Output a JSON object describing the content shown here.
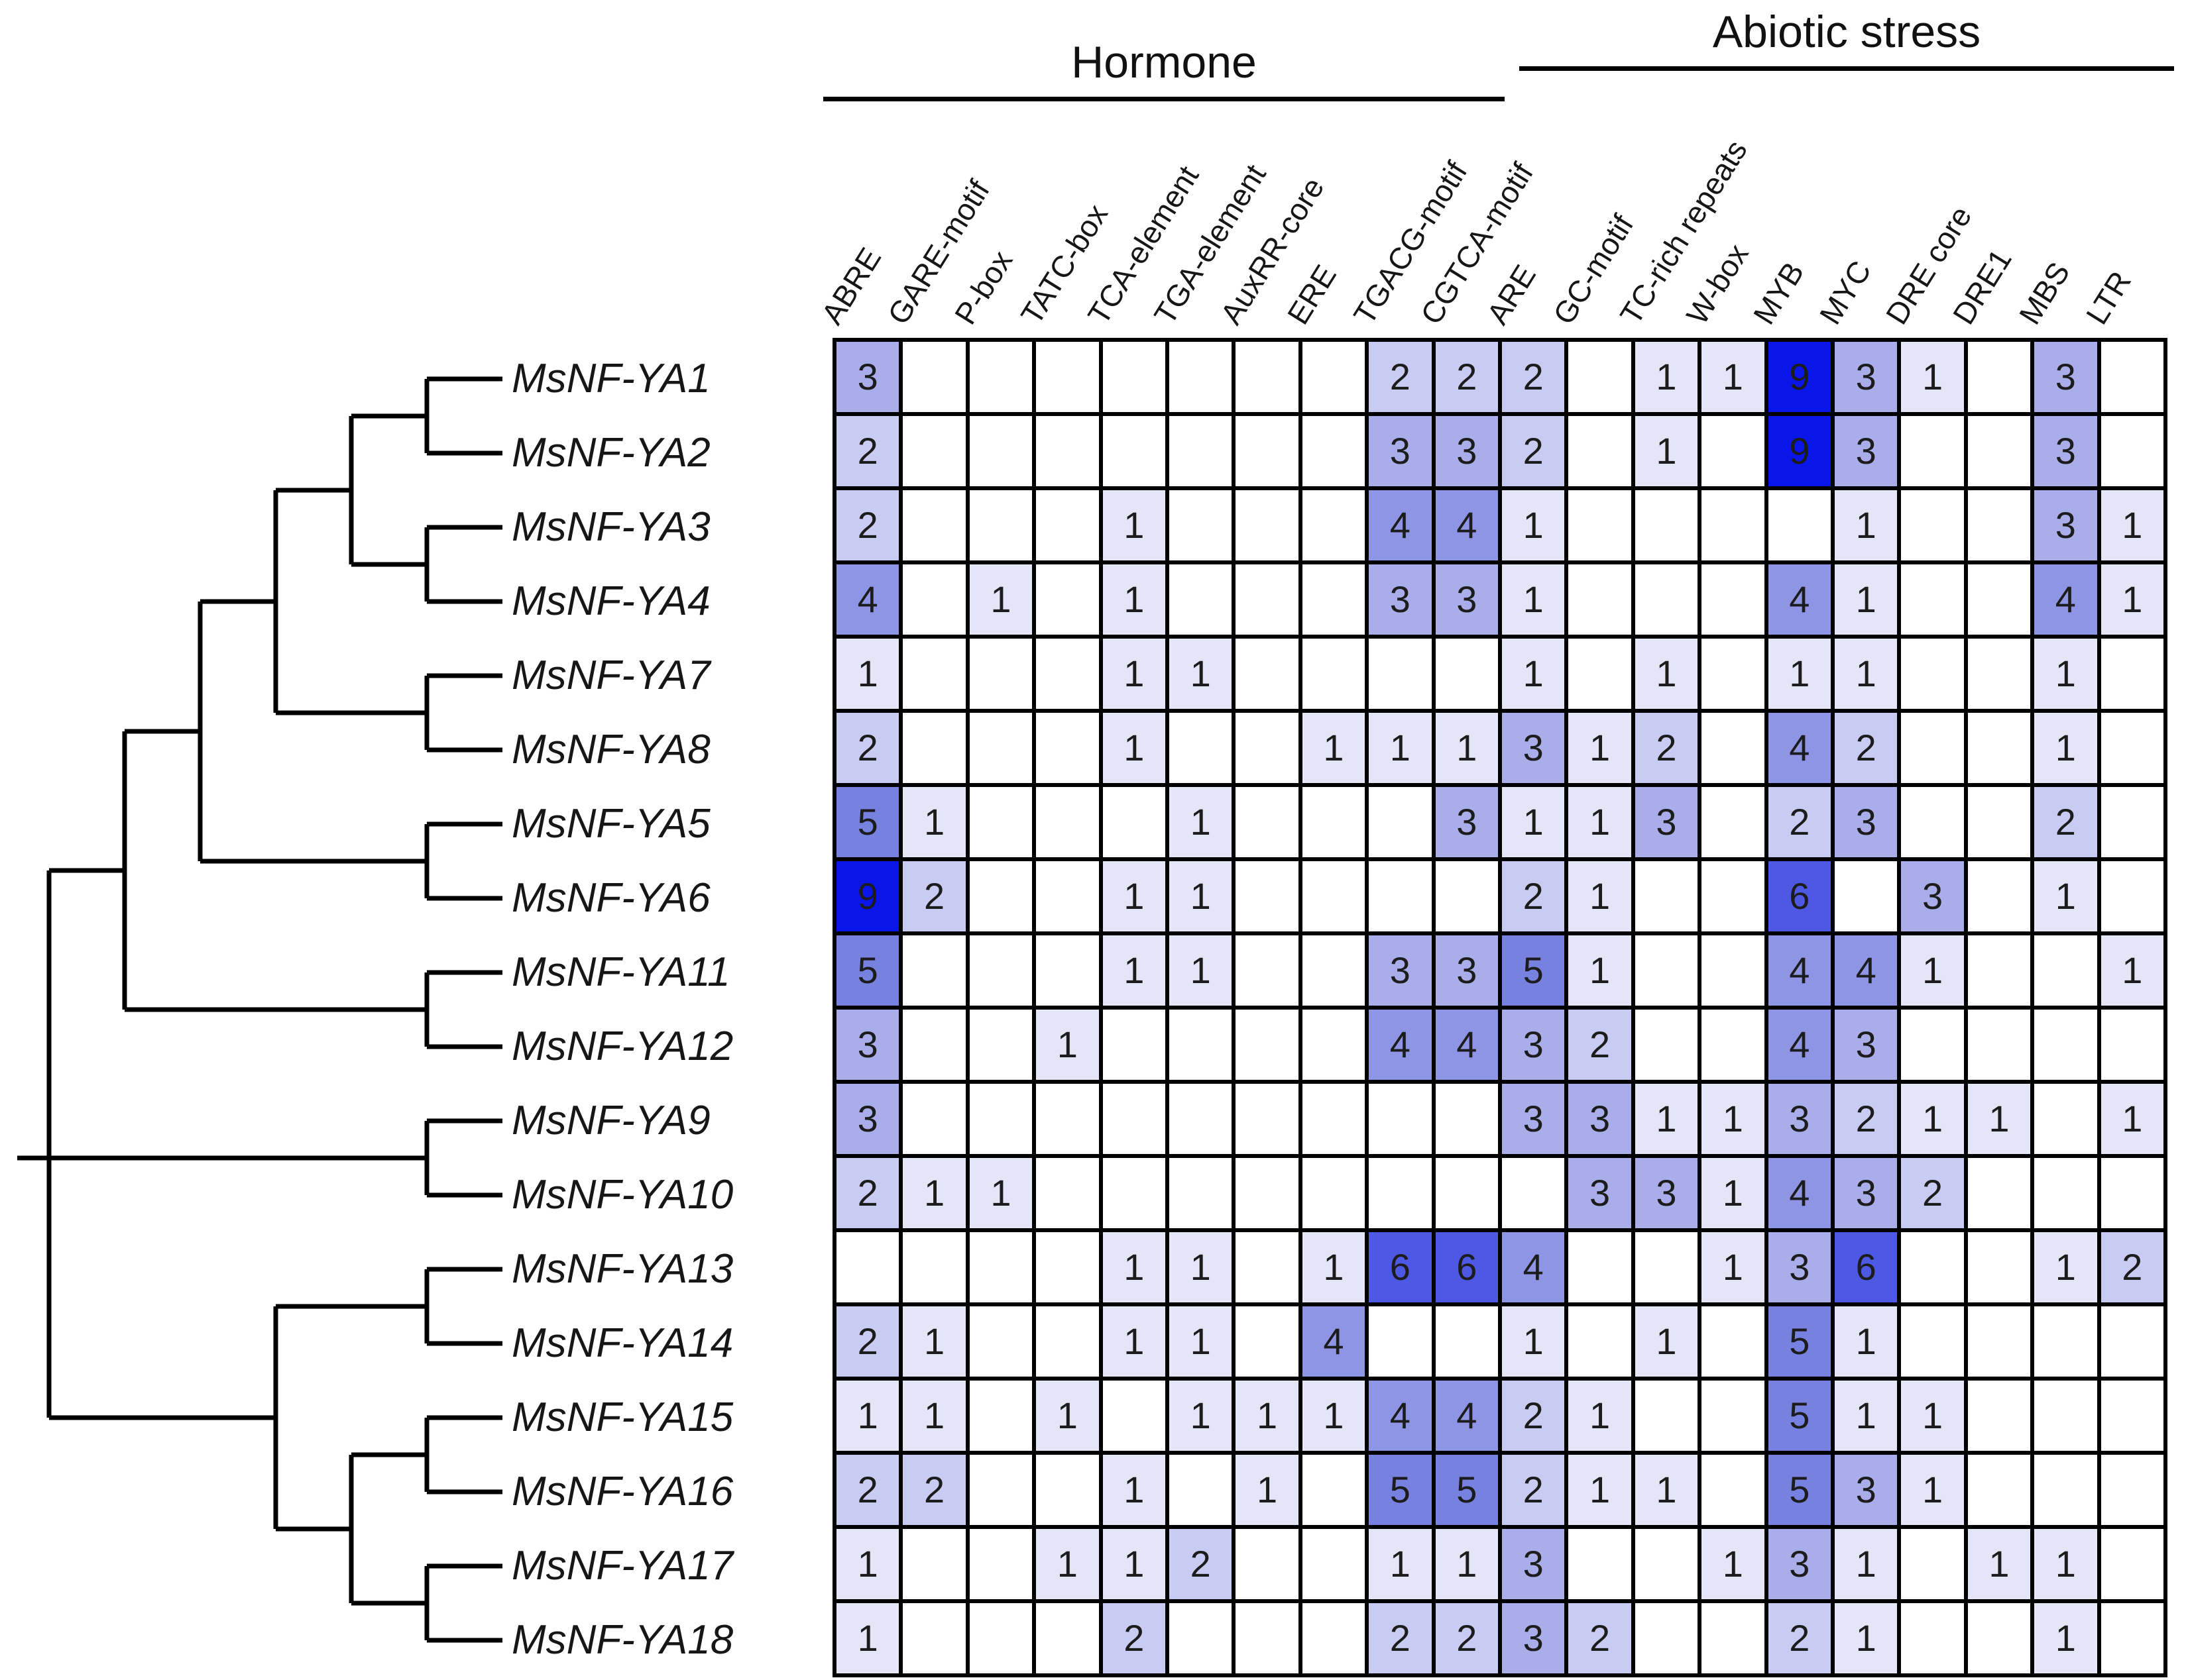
{
  "chart_data": {
    "type": "heatmap",
    "title": "",
    "col_groups": [
      {
        "label": "Hormone",
        "col_start": 0,
        "col_end": 9
      },
      {
        "label": "Abiotic stress",
        "col_start": 10,
        "col_end": 19
      }
    ],
    "columns": [
      "ABRE",
      "GARE-motif",
      "P-box",
      "TATC-box",
      "TCA-element",
      "TGA-element",
      "AuxRR-core",
      "ERE",
      "TGACG-motif",
      "CGTCA-motif",
      "ARE",
      "GC-motif",
      "TC-rich repeats",
      "W-box",
      "MYB",
      "MYC",
      "DRE core",
      "DRE1",
      "MBS",
      "LTR"
    ],
    "rows": [
      "MsNF-YA1",
      "MsNF-YA2",
      "MsNF-YA3",
      "MsNF-YA4",
      "MsNF-YA7",
      "MsNF-YA8",
      "MsNF-YA5",
      "MsNF-YA6",
      "MsNF-YA11",
      "MsNF-YA12",
      "MsNF-YA9",
      "MsNF-YA10",
      "MsNF-YA13",
      "MsNF-YA14",
      "MsNF-YA15",
      "MsNF-YA16",
      "MsNF-YA17",
      "MsNF-YA18"
    ],
    "values": [
      [
        3,
        null,
        null,
        null,
        null,
        null,
        null,
        null,
        2,
        2,
        2,
        null,
        1,
        1,
        9,
        3,
        1,
        null,
        3,
        null
      ],
      [
        2,
        null,
        null,
        null,
        null,
        null,
        null,
        null,
        3,
        3,
        2,
        null,
        1,
        null,
        9,
        3,
        null,
        null,
        3,
        null
      ],
      [
        2,
        null,
        null,
        null,
        1,
        null,
        null,
        null,
        4,
        4,
        1,
        null,
        null,
        null,
        null,
        1,
        null,
        null,
        3,
        1
      ],
      [
        4,
        null,
        1,
        null,
        1,
        null,
        null,
        null,
        3,
        3,
        1,
        null,
        null,
        null,
        4,
        1,
        null,
        null,
        4,
        1
      ],
      [
        1,
        null,
        null,
        null,
        1,
        1,
        null,
        null,
        null,
        null,
        1,
        null,
        1,
        null,
        1,
        1,
        null,
        null,
        1,
        null
      ],
      [
        2,
        null,
        null,
        null,
        1,
        null,
        null,
        1,
        1,
        1,
        3,
        1,
        2,
        null,
        4,
        2,
        null,
        null,
        1,
        null
      ],
      [
        5,
        1,
        null,
        null,
        null,
        1,
        null,
        null,
        null,
        3,
        1,
        1,
        3,
        null,
        2,
        3,
        null,
        null,
        2,
        null
      ],
      [
        9,
        2,
        null,
        null,
        1,
        1,
        null,
        null,
        null,
        null,
        2,
        1,
        null,
        null,
        6,
        null,
        3,
        null,
        1,
        null
      ],
      [
        5,
        null,
        null,
        null,
        1,
        1,
        null,
        null,
        3,
        3,
        5,
        1,
        null,
        null,
        4,
        4,
        1,
        null,
        null,
        1
      ],
      [
        3,
        null,
        null,
        1,
        null,
        null,
        null,
        null,
        4,
        4,
        3,
        2,
        null,
        null,
        4,
        3,
        null,
        null,
        null,
        null
      ],
      [
        3,
        null,
        null,
        null,
        null,
        null,
        null,
        null,
        null,
        null,
        3,
        3,
        1,
        1,
        3,
        2,
        1,
        1,
        null,
        1
      ],
      [
        2,
        1,
        1,
        null,
        null,
        null,
        null,
        null,
        null,
        null,
        null,
        3,
        3,
        1,
        4,
        3,
        2,
        null,
        null,
        null
      ],
      [
        null,
        null,
        null,
        null,
        1,
        1,
        null,
        1,
        6,
        6,
        4,
        null,
        null,
        1,
        3,
        6,
        null,
        null,
        1,
        2
      ],
      [
        2,
        1,
        null,
        null,
        1,
        1,
        null,
        4,
        null,
        null,
        1,
        null,
        1,
        null,
        5,
        1,
        null,
        null,
        null,
        null
      ],
      [
        1,
        1,
        null,
        1,
        null,
        1,
        1,
        1,
        4,
        4,
        2,
        1,
        null,
        null,
        5,
        1,
        1,
        null,
        null,
        null
      ],
      [
        2,
        2,
        null,
        null,
        1,
        null,
        1,
        null,
        5,
        5,
        2,
        1,
        1,
        null,
        5,
        3,
        1,
        null,
        null,
        null
      ],
      [
        1,
        null,
        null,
        1,
        1,
        2,
        null,
        null,
        1,
        1,
        3,
        null,
        null,
        1,
        3,
        1,
        null,
        1,
        1,
        null
      ],
      [
        1,
        null,
        null,
        null,
        2,
        null,
        null,
        null,
        2,
        2,
        3,
        2,
        null,
        null,
        2,
        1,
        null,
        null,
        1,
        null
      ]
    ],
    "value_colors": {
      "1": "#e4e6f8",
      "2": "#c9ccf2",
      "3": "#a9aeea",
      "4": "#8e95e5",
      "5": "#7681e0",
      "6": "#4d58e3",
      "9": "#0a15ea"
    },
    "empty_color": "#ffffff",
    "grid_color": "#000000",
    "legend_position": "none"
  },
  "tree": {
    "newick": "((((((MsNF-YA1,MsNF-YA2),(MsNF-YA3,MsNF-YA4)),(MsNF-YA7,MsNF-YA8)),(MsNF-YA5,MsNF-YA6)),(MsNF-YA11,MsNF-YA12)),(MsNF-YA9,MsNF-YA10),((MsNF-YA13,MsNF-YA14),((MsNF-YA15,MsNF-YA16),(MsNF-YA17,MsNF-YA18))));",
    "topology": [
      [
        [
          [
            [
              [
                "MsNF-YA1",
                "MsNF-YA2"
              ],
              [
                "MsNF-YA3",
                "MsNF-YA4"
              ]
            ],
            [
              "MsNF-YA7",
              "MsNF-YA8"
            ]
          ],
          [
            "MsNF-YA5",
            "MsNF-YA6"
          ]
        ],
        [
          "MsNF-YA11",
          "MsNF-YA12"
        ]
      ],
      [
        "MsNF-YA9",
        "MsNF-YA10"
      ],
      [
        [
          "MsNF-YA13",
          "MsNF-YA14"
        ],
        [
          [
            "MsNF-YA15",
            "MsNF-YA16"
          ],
          [
            "MsNF-YA17",
            "MsNF-YA18"
          ]
        ]
      ]
    ],
    "line_color": "#000000"
  }
}
